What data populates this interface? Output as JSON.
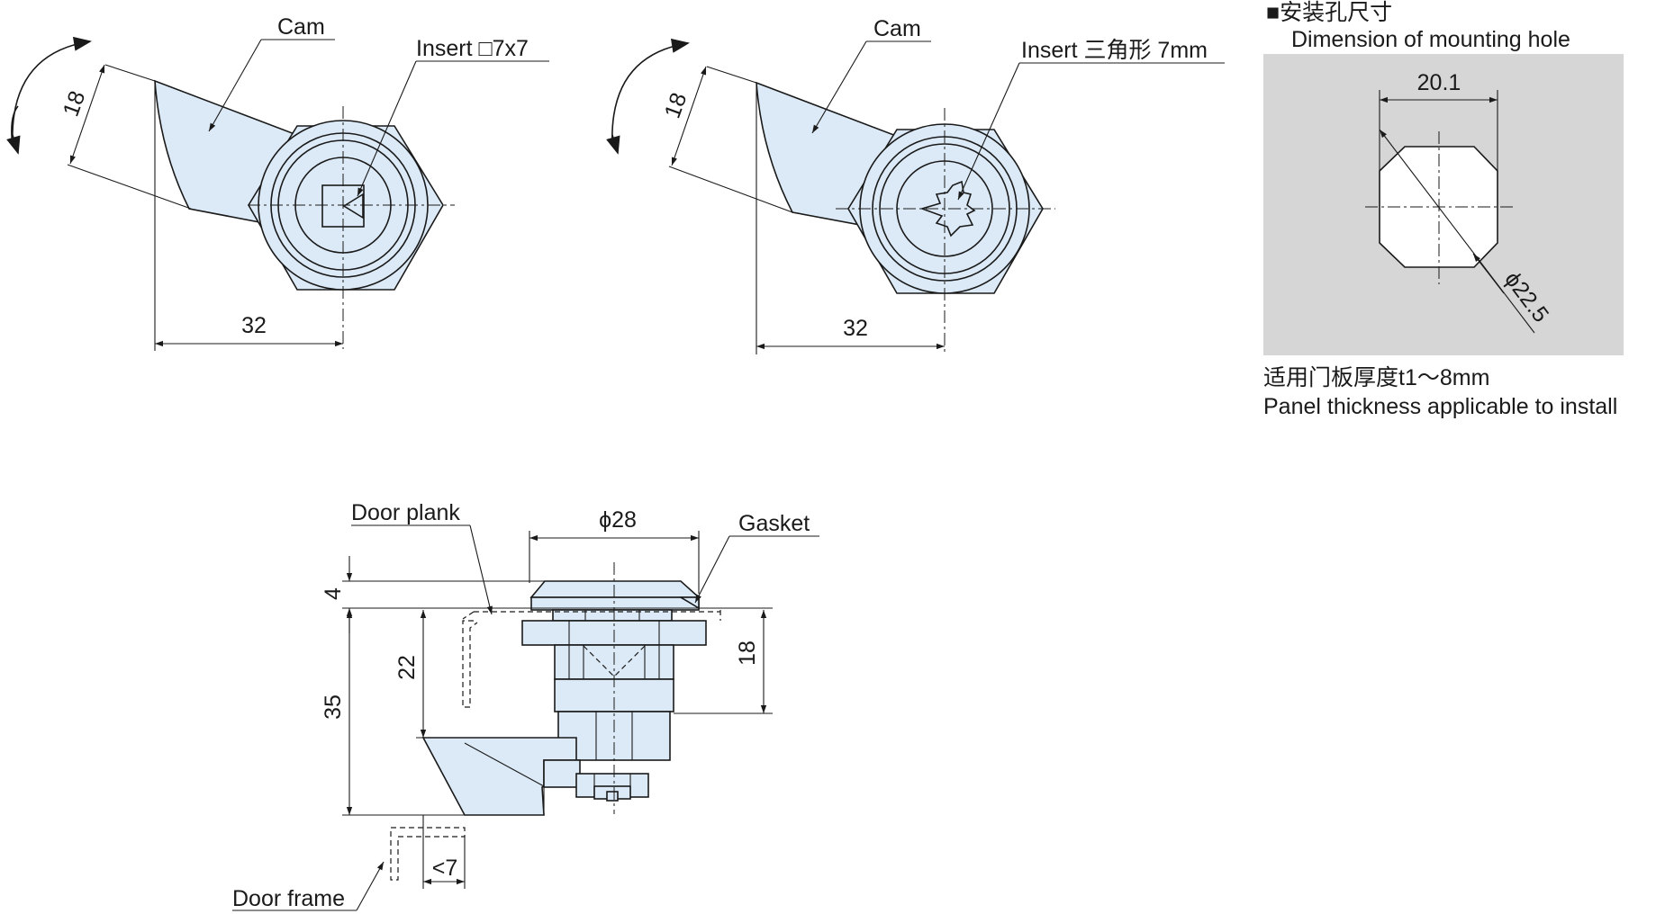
{
  "colors": {
    "part_fill": "#dceaf7",
    "panel_fill": "#d6d6d6",
    "line": "#1a1a1a"
  },
  "left_view": {
    "cam_label": "Cam",
    "insert_label": "Insert □7x7",
    "dim_height": "18",
    "dim_width": "32"
  },
  "middle_view": {
    "cam_label": "Cam",
    "insert_label": "Insert 三角形 7mm",
    "dim_height": "18",
    "dim_width": "32"
  },
  "mounting_hole": {
    "title_cn": "■安装孔尺寸",
    "title_en": "Dimension of mounting hole",
    "dim_flat": "20.1",
    "dim_diameter": "ϕ22.5",
    "note_cn": "适用门板厚度t1～8mm",
    "note_en": "Panel thickness applicable to install"
  },
  "side_view": {
    "door_plank_label": "Door plank",
    "gasket_label": "Gasket",
    "door_frame_label": "Door frame",
    "dim_diameter": "ϕ28",
    "dim_4": "4",
    "dim_22": "22",
    "dim_35": "35",
    "dim_18": "18",
    "dim_lt7": "<7"
  }
}
